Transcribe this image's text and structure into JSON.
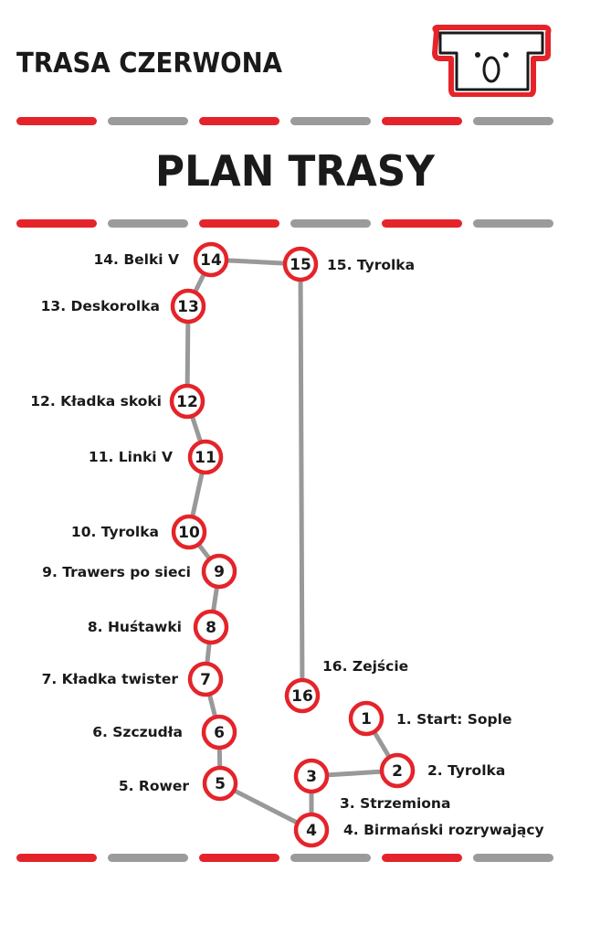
{
  "header": {
    "route_name": "TRASA CZERWONA",
    "heading": "PLAN TRASY"
  },
  "logo": {
    "icon": "koala-icon"
  },
  "colors": {
    "red": "#e4242a",
    "grey": "#999999",
    "text": "#1a1a1a",
    "node_fill": "#ffffff"
  },
  "stations": [
    {
      "num": "1",
      "label": "1. Start: Sople"
    },
    {
      "num": "2",
      "label": "2. Tyrolka"
    },
    {
      "num": "3",
      "label": "3. Strzemiona"
    },
    {
      "num": "4",
      "label": "4. Birmański rozrywający"
    },
    {
      "num": "5",
      "label": "5. Rower"
    },
    {
      "num": "6",
      "label": "6. Szczudła"
    },
    {
      "num": "7",
      "label": "7. Kładka twister"
    },
    {
      "num": "8",
      "label": "8. Huśtawki"
    },
    {
      "num": "9",
      "label": "9. Trawers po sieci"
    },
    {
      "num": "10",
      "label": "10. Tyrolka"
    },
    {
      "num": "11",
      "label": "11. Linki V"
    },
    {
      "num": "12",
      "label": "12. Kładka skoki"
    },
    {
      "num": "13",
      "label": "13. Deskorolka"
    },
    {
      "num": "14",
      "label": "14. Belki V"
    },
    {
      "num": "15",
      "label": "15. Tyrolka"
    },
    {
      "num": "16",
      "label": "16. Zejście"
    }
  ]
}
